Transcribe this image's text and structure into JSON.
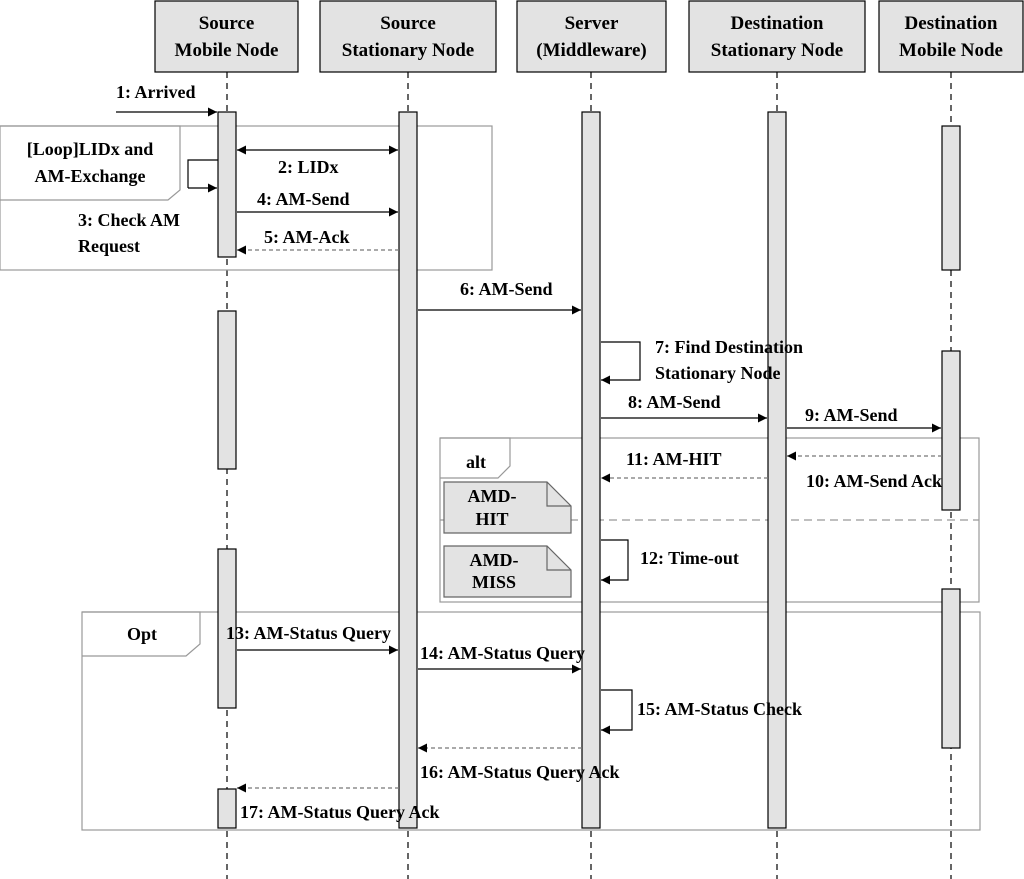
{
  "lifelines": [
    {
      "id": "smn",
      "line1": "Source",
      "line2": "Mobile Node"
    },
    {
      "id": "ssn",
      "line1": "Source",
      "line2": "Stationary Node"
    },
    {
      "id": "srv",
      "line1": "Server",
      "line2": "(Middleware)"
    },
    {
      "id": "dsn",
      "line1": "Destination",
      "line2": "Stationary Node"
    },
    {
      "id": "dmn",
      "line1": "Destination",
      "line2": "Mobile Node"
    }
  ],
  "fragments": {
    "loop": {
      "label1": "[Loop]LIDx and",
      "label2": "AM-Exchange"
    },
    "alt": {
      "label": "alt"
    },
    "opt": {
      "label": "Opt"
    }
  },
  "notes": {
    "amd_hit": {
      "line1": "AMD-",
      "line2": "HIT"
    },
    "amd_miss": {
      "line1": "AMD-",
      "line2": "MISS"
    }
  },
  "messages": {
    "m1": "1: Arrived",
    "m2": "2: LIDx",
    "m3a": "3: Check AM",
    "m3b": "Request",
    "m4": "4: AM-Send",
    "m5": "5: AM-Ack",
    "m6": "6: AM-Send",
    "m7a": "7: Find Destination",
    "m7b": "Stationary Node",
    "m8": "8: AM-Send",
    "m9": "9: AM-Send",
    "m10": "10: AM-Send Ack",
    "m11": "11: AM-HIT",
    "m12": "12: Time-out",
    "m13": "13: AM-Status Query",
    "m14": "14: AM-Status Query",
    "m15": "15: AM-Status Check",
    "m16": "16: AM-Status Query Ack",
    "m17": "17: AM-Status Query Ack"
  }
}
